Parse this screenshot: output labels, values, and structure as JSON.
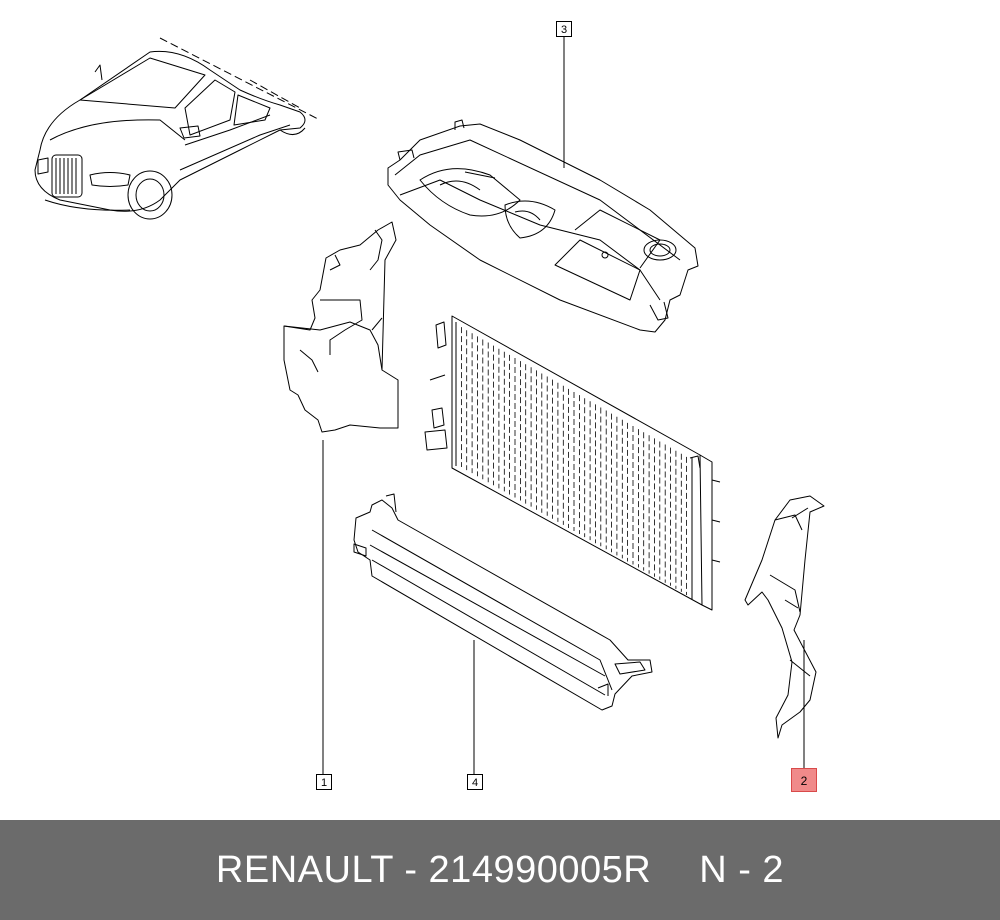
{
  "callouts": {
    "c1": "1",
    "c2": "2",
    "c3": "3",
    "c4": "4"
  },
  "colors": {
    "highlight_fill": "#f08a8a",
    "footer_bg": "#6b6b6b",
    "line": "#000000"
  },
  "footer": {
    "brand_part": "RENAULT - 214990005R",
    "ref": "N - 2"
  }
}
